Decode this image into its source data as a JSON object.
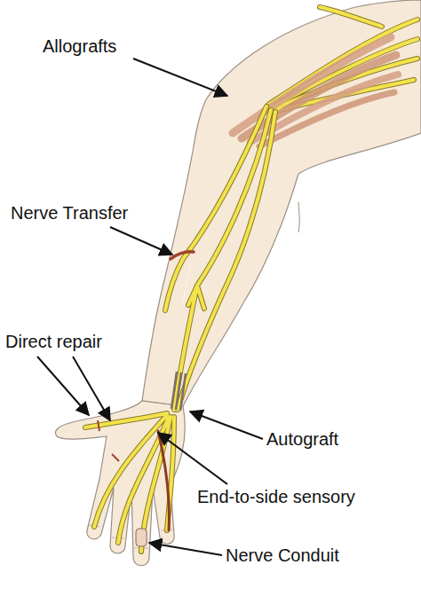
{
  "diagram": {
    "labels": [
      "Allografts",
      "Nerve Transfer",
      "Direct repair",
      "Autograft",
      "End-to-side sensory",
      "Nerve Conduit"
    ]
  }
}
